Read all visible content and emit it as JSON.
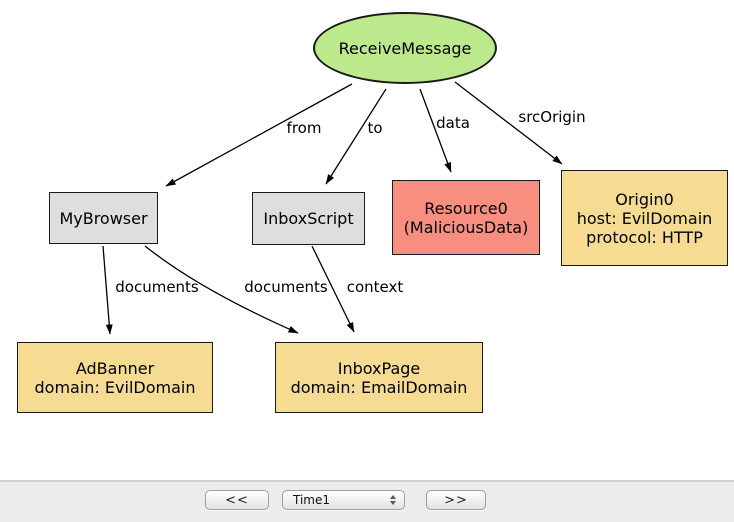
{
  "diagram": {
    "nodes": {
      "receive_message": {
        "label": "ReceiveMessage"
      },
      "my_browser": {
        "label": "MyBrowser"
      },
      "inbox_script": {
        "label": "InboxScript"
      },
      "resource0": {
        "line1": "Resource0",
        "line2": "(MaliciousData)"
      },
      "origin0": {
        "line1": "Origin0",
        "line2": "host: EvilDomain",
        "line3": "protocol: HTTP"
      },
      "ad_banner": {
        "line1": "AdBanner",
        "line2": "domain: EvilDomain"
      },
      "inbox_page": {
        "line1": "InboxPage",
        "line2": "domain: EmailDomain"
      }
    },
    "edge_labels": {
      "from": "from",
      "to": "to",
      "data": "data",
      "src_origin": "srcOrigin",
      "documents_left": "documents",
      "documents_mid": "documents",
      "context": "context"
    },
    "colors": {
      "event_node": "#bce98c",
      "plain_node": "#dedede",
      "alert_node": "#f78e80",
      "info_node": "#f5dc92"
    }
  },
  "toolbar": {
    "prev_label": "<<",
    "next_label": ">>",
    "time_select": {
      "value": "Time1"
    }
  }
}
